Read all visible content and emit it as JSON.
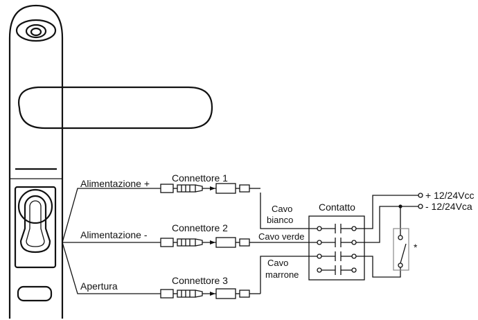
{
  "handle": {
    "inputs": [
      {
        "label": "Alimentazione +",
        "connector": "Connettore 1"
      },
      {
        "label": "Alimentazione -",
        "connector": "Connettore 2"
      },
      {
        "label": "Apertura",
        "connector": "Connettore 3"
      }
    ]
  },
  "cables": {
    "white": [
      "Cavo",
      "bianco"
    ],
    "green": "Cavo verde",
    "brown": [
      "Cavo",
      "marrone"
    ]
  },
  "contact": {
    "title": "Contatto"
  },
  "power": {
    "plus": "+ 12/24Vcc",
    "minus": "- 12/24Vca"
  },
  "switch": {
    "note": "*"
  },
  "colors": {
    "line": "#111111",
    "relay_box": "#888888"
  }
}
